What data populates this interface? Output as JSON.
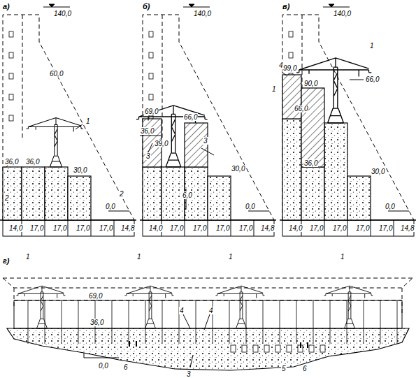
{
  "diagram": {
    "labels": [
      "а)",
      "140,0",
      "60,0",
      "1",
      "36,0",
      "36,0",
      "30,0",
      "2",
      "2",
      "0,0",
      "14,0",
      "17,0",
      "17,0",
      "17,0",
      "17,0",
      "14,8",
      "б)",
      "140,0",
      "1",
      "69,0",
      "66,0",
      "3",
      "3",
      "36,0",
      "39,0",
      "30,0",
      "6,0",
      "0,0",
      "14,0",
      "17,0",
      "17,0",
      "17,0",
      "17,0",
      "14,8",
      "в)",
      "140,0",
      "1",
      "4",
      "99,0",
      "90,0",
      "66,0",
      "66,0",
      "36,0",
      "30,0",
      "0,0",
      "14,0",
      "17,0",
      "17,0",
      "17,0",
      "17,0",
      "14,8",
      "г)",
      "1",
      "1",
      "1",
      "1",
      "69,0",
      "36,0",
      "4",
      "4",
      "0,0",
      "3",
      "5",
      "6",
      "6"
    ]
  }
}
